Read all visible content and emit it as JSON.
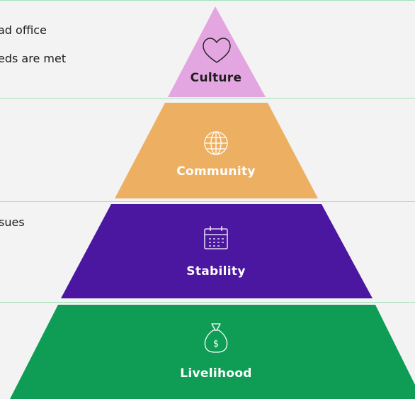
{
  "left_texts": [
    {
      "text": "ad office"
    },
    {
      "text": "eds are met"
    },
    {
      "text": "sues"
    }
  ],
  "tiers": [
    {
      "label": "Culture",
      "icon": "heart-icon",
      "fill": "#e4a6e0",
      "text_color": "#1f1f1f",
      "icon_color": "#1f1f1f"
    },
    {
      "label": "Community",
      "icon": "globe-icon",
      "fill": "#edb062",
      "text_color": "#ffffff",
      "icon_color": "#ffffff"
    },
    {
      "label": "Stability",
      "icon": "calendar-icon",
      "fill": "#4b16a0",
      "text_color": "#ffffff",
      "icon_color": "#ffffff"
    },
    {
      "label": "Livelihood",
      "icon": "money-bag-icon",
      "fill": "#0f9d56",
      "text_color": "#ffffff",
      "icon_color": "#ffffff"
    }
  ],
  "colors": {
    "band": "#f3f3f3",
    "band_line": "#9fe3b8"
  }
}
